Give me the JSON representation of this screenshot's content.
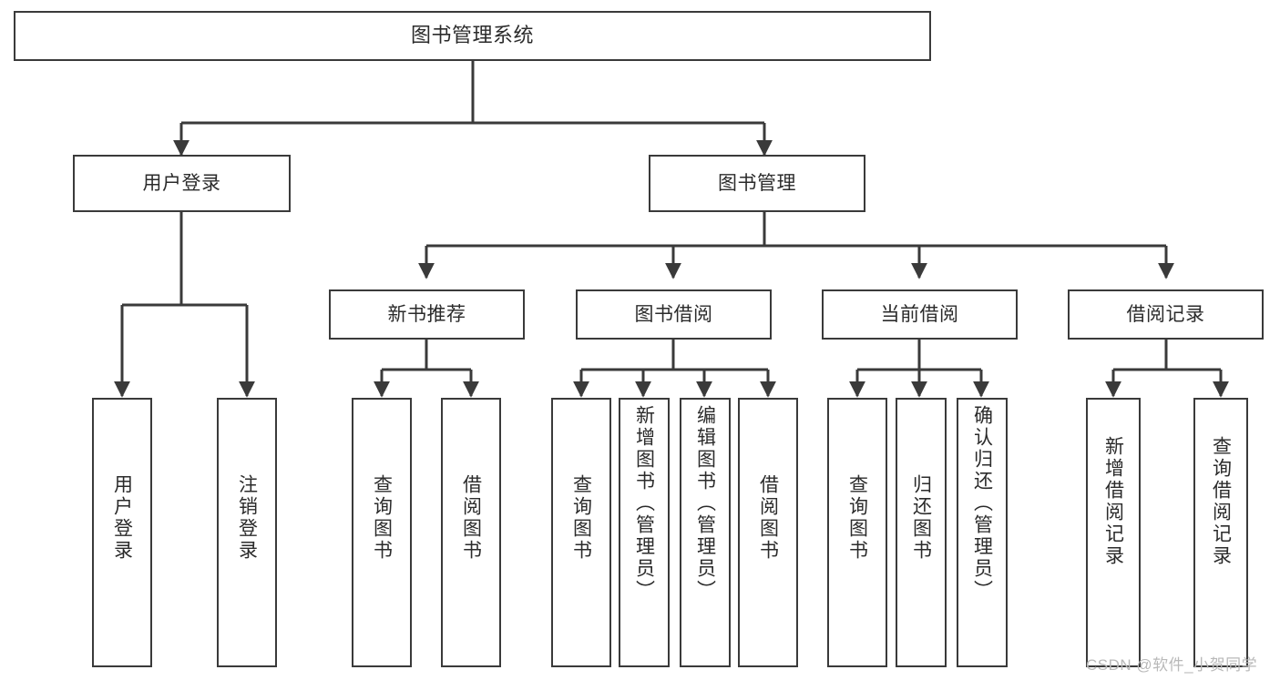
{
  "diagram": {
    "title": "图书管理系统",
    "type": "tree-hierarchy-chart",
    "line_color": "#3a3a3a",
    "background_color": "#ffffff",
    "text_color": "#2b2b2b",
    "root": {
      "label": "图书管理系统"
    },
    "level2": [
      {
        "id": "user-login",
        "label": "用户登录"
      },
      {
        "id": "book-manage",
        "label": "图书管理"
      }
    ],
    "level3": [
      {
        "id": "new-book-recommend",
        "label": "新书推荐"
      },
      {
        "id": "book-borrow",
        "label": "图书借阅"
      },
      {
        "id": "current-borrow",
        "label": "当前借阅"
      },
      {
        "id": "borrow-record",
        "label": "借阅记录"
      }
    ],
    "leaves": {
      "user_login": [
        {
          "id": "login",
          "label": "用户登录"
        },
        {
          "id": "logout",
          "label": "注销登录"
        }
      ],
      "new_book_recommend": [
        {
          "id": "query-book-1",
          "label": "查询图书"
        },
        {
          "id": "borrow-book-1",
          "label": "借阅图书"
        }
      ],
      "book_borrow": [
        {
          "id": "query-book-2",
          "label": "查询图书"
        },
        {
          "id": "add-book",
          "label": "新增图书（管理员）"
        },
        {
          "id": "edit-book",
          "label": "编辑图书（管理员）"
        },
        {
          "id": "borrow-book-2",
          "label": "借阅图书"
        }
      ],
      "current_borrow": [
        {
          "id": "query-book-3",
          "label": "查询图书"
        },
        {
          "id": "return-book",
          "label": "归还图书"
        },
        {
          "id": "confirm-return",
          "label": "确认归还（管理员）"
        }
      ],
      "borrow_record": [
        {
          "id": "add-record",
          "label": "新增借阅记录"
        },
        {
          "id": "query-record",
          "label": "查询借阅记录"
        }
      ]
    }
  },
  "watermark": {
    "text": "CSDN @软件_小贺同学"
  }
}
